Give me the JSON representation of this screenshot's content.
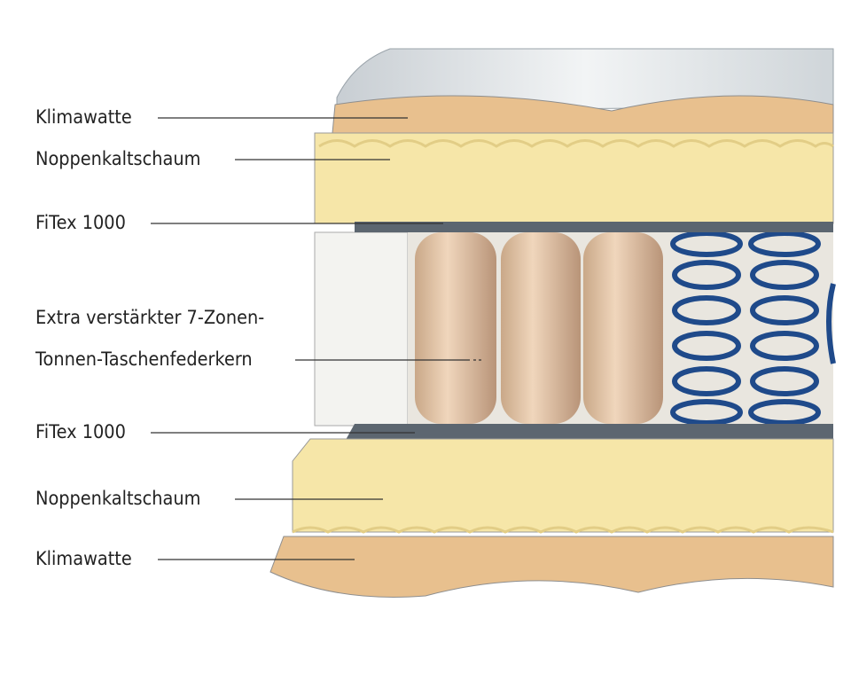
{
  "labels": {
    "klimawatte_top": "Klimawatte",
    "noppen_top": "Noppenkaltschaum",
    "fitex_top": "FiTex 1000",
    "core_line1": "Extra verstärkter 7-Zonen-",
    "core_line2": "Tonnen-Taschenfederkern",
    "fitex_bottom": "FiTex 1000",
    "noppen_bottom": "Noppenkaltschaum",
    "klimawatte_bottom": "Klimawatte"
  },
  "colors": {
    "klimawatte": "#e8c08e",
    "noppen": "#f6e6a8",
    "fitex": "#5c6670",
    "cover": "#d9dde0",
    "spring_blue": "#1f4a8a",
    "pocket": "#dcb493"
  }
}
